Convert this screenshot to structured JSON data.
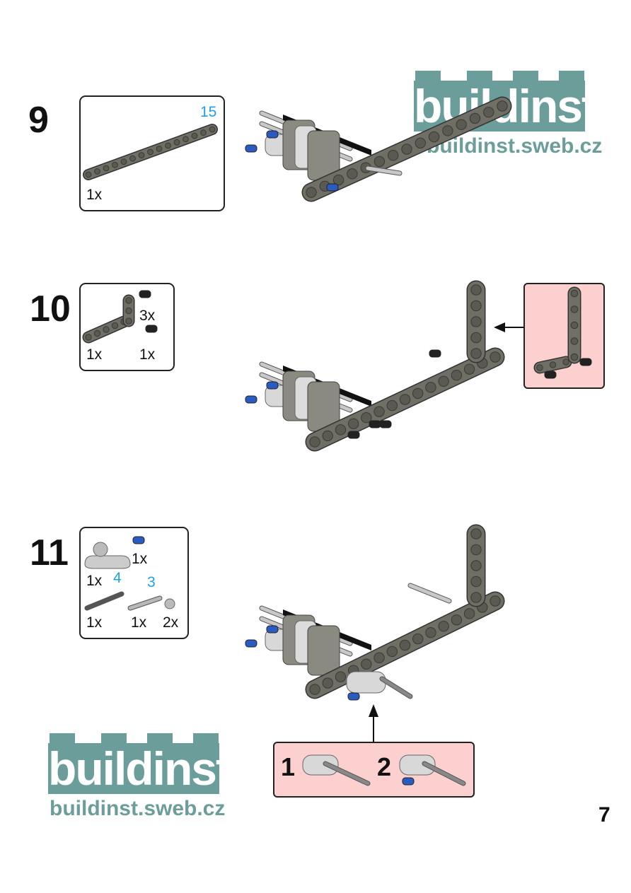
{
  "page_number": "7",
  "logo": {
    "brand": "buildinst",
    "url": "buildinst.sweb.cz",
    "color": "#6b9e9b"
  },
  "steps": [
    {
      "number": "9",
      "parts": [
        {
          "length": "15",
          "qty": "1x",
          "name": "beam-15"
        }
      ]
    },
    {
      "number": "10",
      "parts": [
        {
          "qty": "1x",
          "name": "l-beam"
        },
        {
          "qty": "3x",
          "name": "black-pin-small"
        },
        {
          "qty": "1x",
          "name": "black-pin"
        }
      ]
    },
    {
      "number": "11",
      "parts": [
        {
          "qty": "1x",
          "name": "pin-connector"
        },
        {
          "qty": "1x",
          "name": "blue-pin"
        },
        {
          "length": "4",
          "qty": "1x",
          "name": "axle-4"
        },
        {
          "length": "3",
          "qty": "1x",
          "name": "axle-3"
        },
        {
          "qty": "2x",
          "name": "bush"
        }
      ]
    }
  ],
  "subassembly": {
    "step1": "1",
    "step2": "2"
  },
  "colors": {
    "callout_bg": "#fdd0d0",
    "length_label": "#1aa3e8",
    "beam": "#6f6f66"
  }
}
